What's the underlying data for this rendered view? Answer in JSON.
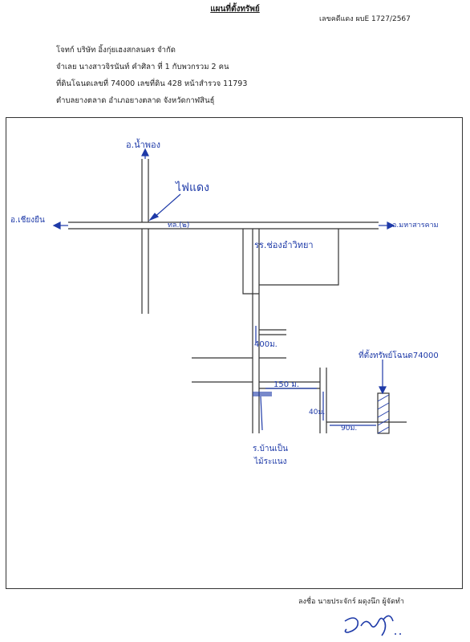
{
  "title": "แผนที่ตั้งทรัพย์",
  "case_no": "เลขคดีแดง ผบE 1727/2567",
  "header": {
    "plaintiff": "โจทก์ บริษัท อิ้งกุ่ยเฮงสกลนคร จำกัด",
    "defendant": "จำเลย นางสาวจิรนันท์ คำศิลา  ที่ 1 กับพวกรวม 2 คน",
    "land": "ที่ดินโฉนดเลขที่ 74000 เลขที่ดิน 428 หน้าสำรวจ 11793",
    "location": "ตำบลยางตลาด อำเภอยางตลาด  จังหวัดกาฬสินธุ์"
  },
  "map": {
    "north": "อ.น้ำพอง",
    "traffic_light": "ไฟแดง",
    "west": "อ.เชียงยืน",
    "road": "ทล.(๒)",
    "east": "อ.มหาสารคาม",
    "school": "รร.ช่องอำวิทยา",
    "dist_400": "400ม.",
    "dist_150": "150 ม.",
    "dist_40": "40ม.",
    "dist_90": "90ม.",
    "property": "ที่ตั้งทรัพย์โฉนด74000",
    "village_1": "ร.บ้านเป็น",
    "village_2": "ไม้ระแนง"
  },
  "signature": {
    "label": "ลงชื่อ นายประจักร์ ผดุงนึก ผู้จัดทำ"
  },
  "colors": {
    "ink": "#1e3aa8",
    "road_line": "#333333"
  }
}
